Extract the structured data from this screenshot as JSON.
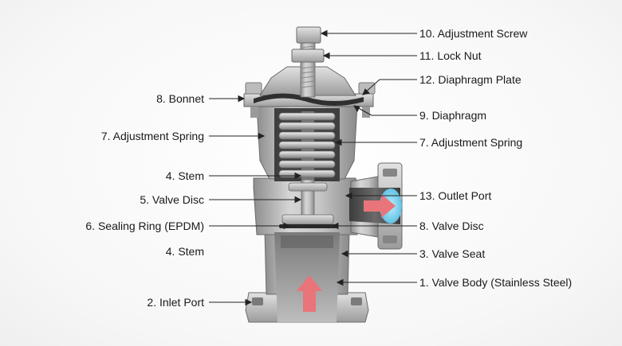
{
  "labels": {
    "adjustment_screw": "10. Adjustment Screw",
    "lock_nut": "11. Lock Nut",
    "diaphragm_plate": "12. Diaphragm Plate",
    "bonnet": "8. Bonnet",
    "diaphragm": "9. Diaphragm",
    "spring_left": "7. Adjustment Spring",
    "spring_right": "7. Adjustment Spring",
    "stem_upper": "4. Stem",
    "valve_disc_left": "5. Valve Disc",
    "outlet_port": "13. Outlet Port",
    "sealing_ring": "6. Sealing Ring (EPDM)",
    "valve_disc_right": "8. Valve Disc",
    "stem_lower": "4. Stem",
    "valve_seat": "3. Valve Seat",
    "valve_body": "1. Valve Body (Stainless Steel)",
    "inlet_port": "2. Inlet Port"
  },
  "colors": {
    "metal_light": "#d9d9d9",
    "metal_mid": "#a9a9a9",
    "metal_dark": "#5e5e5e",
    "cavity": "#4a4a4a",
    "flow_arrow": "#e9747a",
    "outlet_glow": "#6fd3f0"
  }
}
